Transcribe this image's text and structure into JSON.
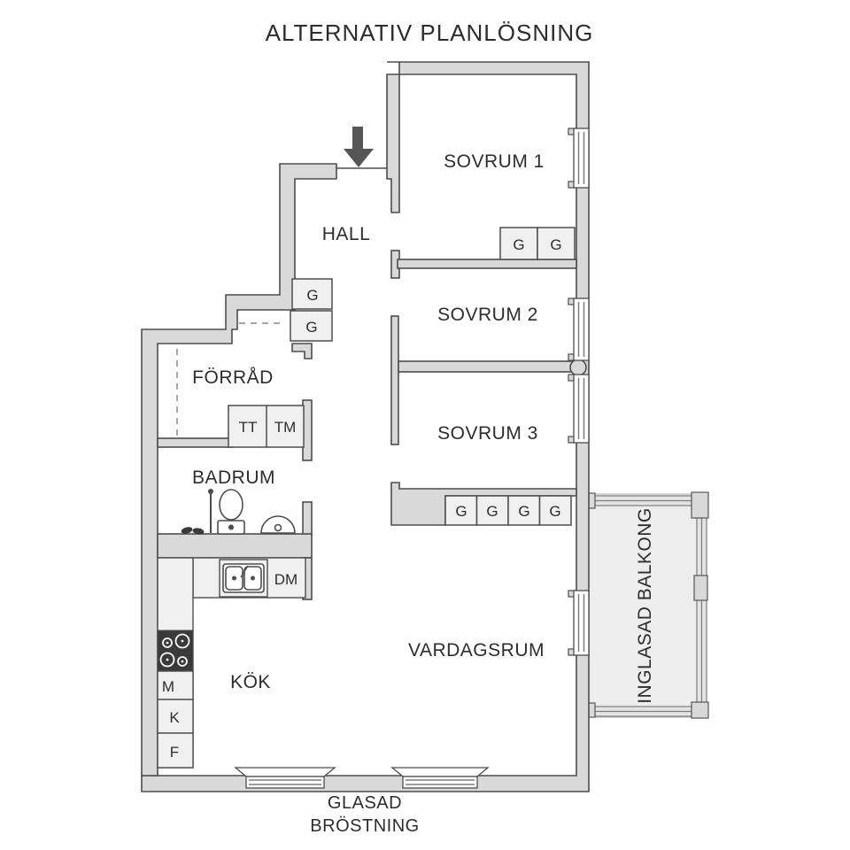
{
  "title": "ALTERNATIV PLANLÖSNING",
  "rooms": {
    "hall": "HALL",
    "sovrum1": "SOVRUM 1",
    "sovrum2": "SOVRUM 2",
    "sovrum3": "SOVRUM 3",
    "forrad": "FÖRRÅD",
    "badrum": "BADRUM",
    "kok": "KÖK",
    "vardagsrum": "VARDAGSRUM",
    "balkong": "INGLASAD BALKONG"
  },
  "fixtures": {
    "wardrobe": "G",
    "torktumlare": "TT",
    "tvattmaskin": "TM",
    "diskmaskin": "DM",
    "mikro": "M",
    "kyl": "K",
    "frys": "F"
  },
  "annotations": {
    "glasad": "GLASAD",
    "brostning": "BRÖSTNING"
  },
  "colors": {
    "wall_fill": "#d9d9d9",
    "wall_stroke": "#4d4d4d",
    "fixture_fill": "#f0f0f0",
    "balcony_fill": "#ededed",
    "stove_fill": "#3a3a3a",
    "arrow": "#565656",
    "text": "#2d2d2d",
    "background": "#ffffff"
  }
}
